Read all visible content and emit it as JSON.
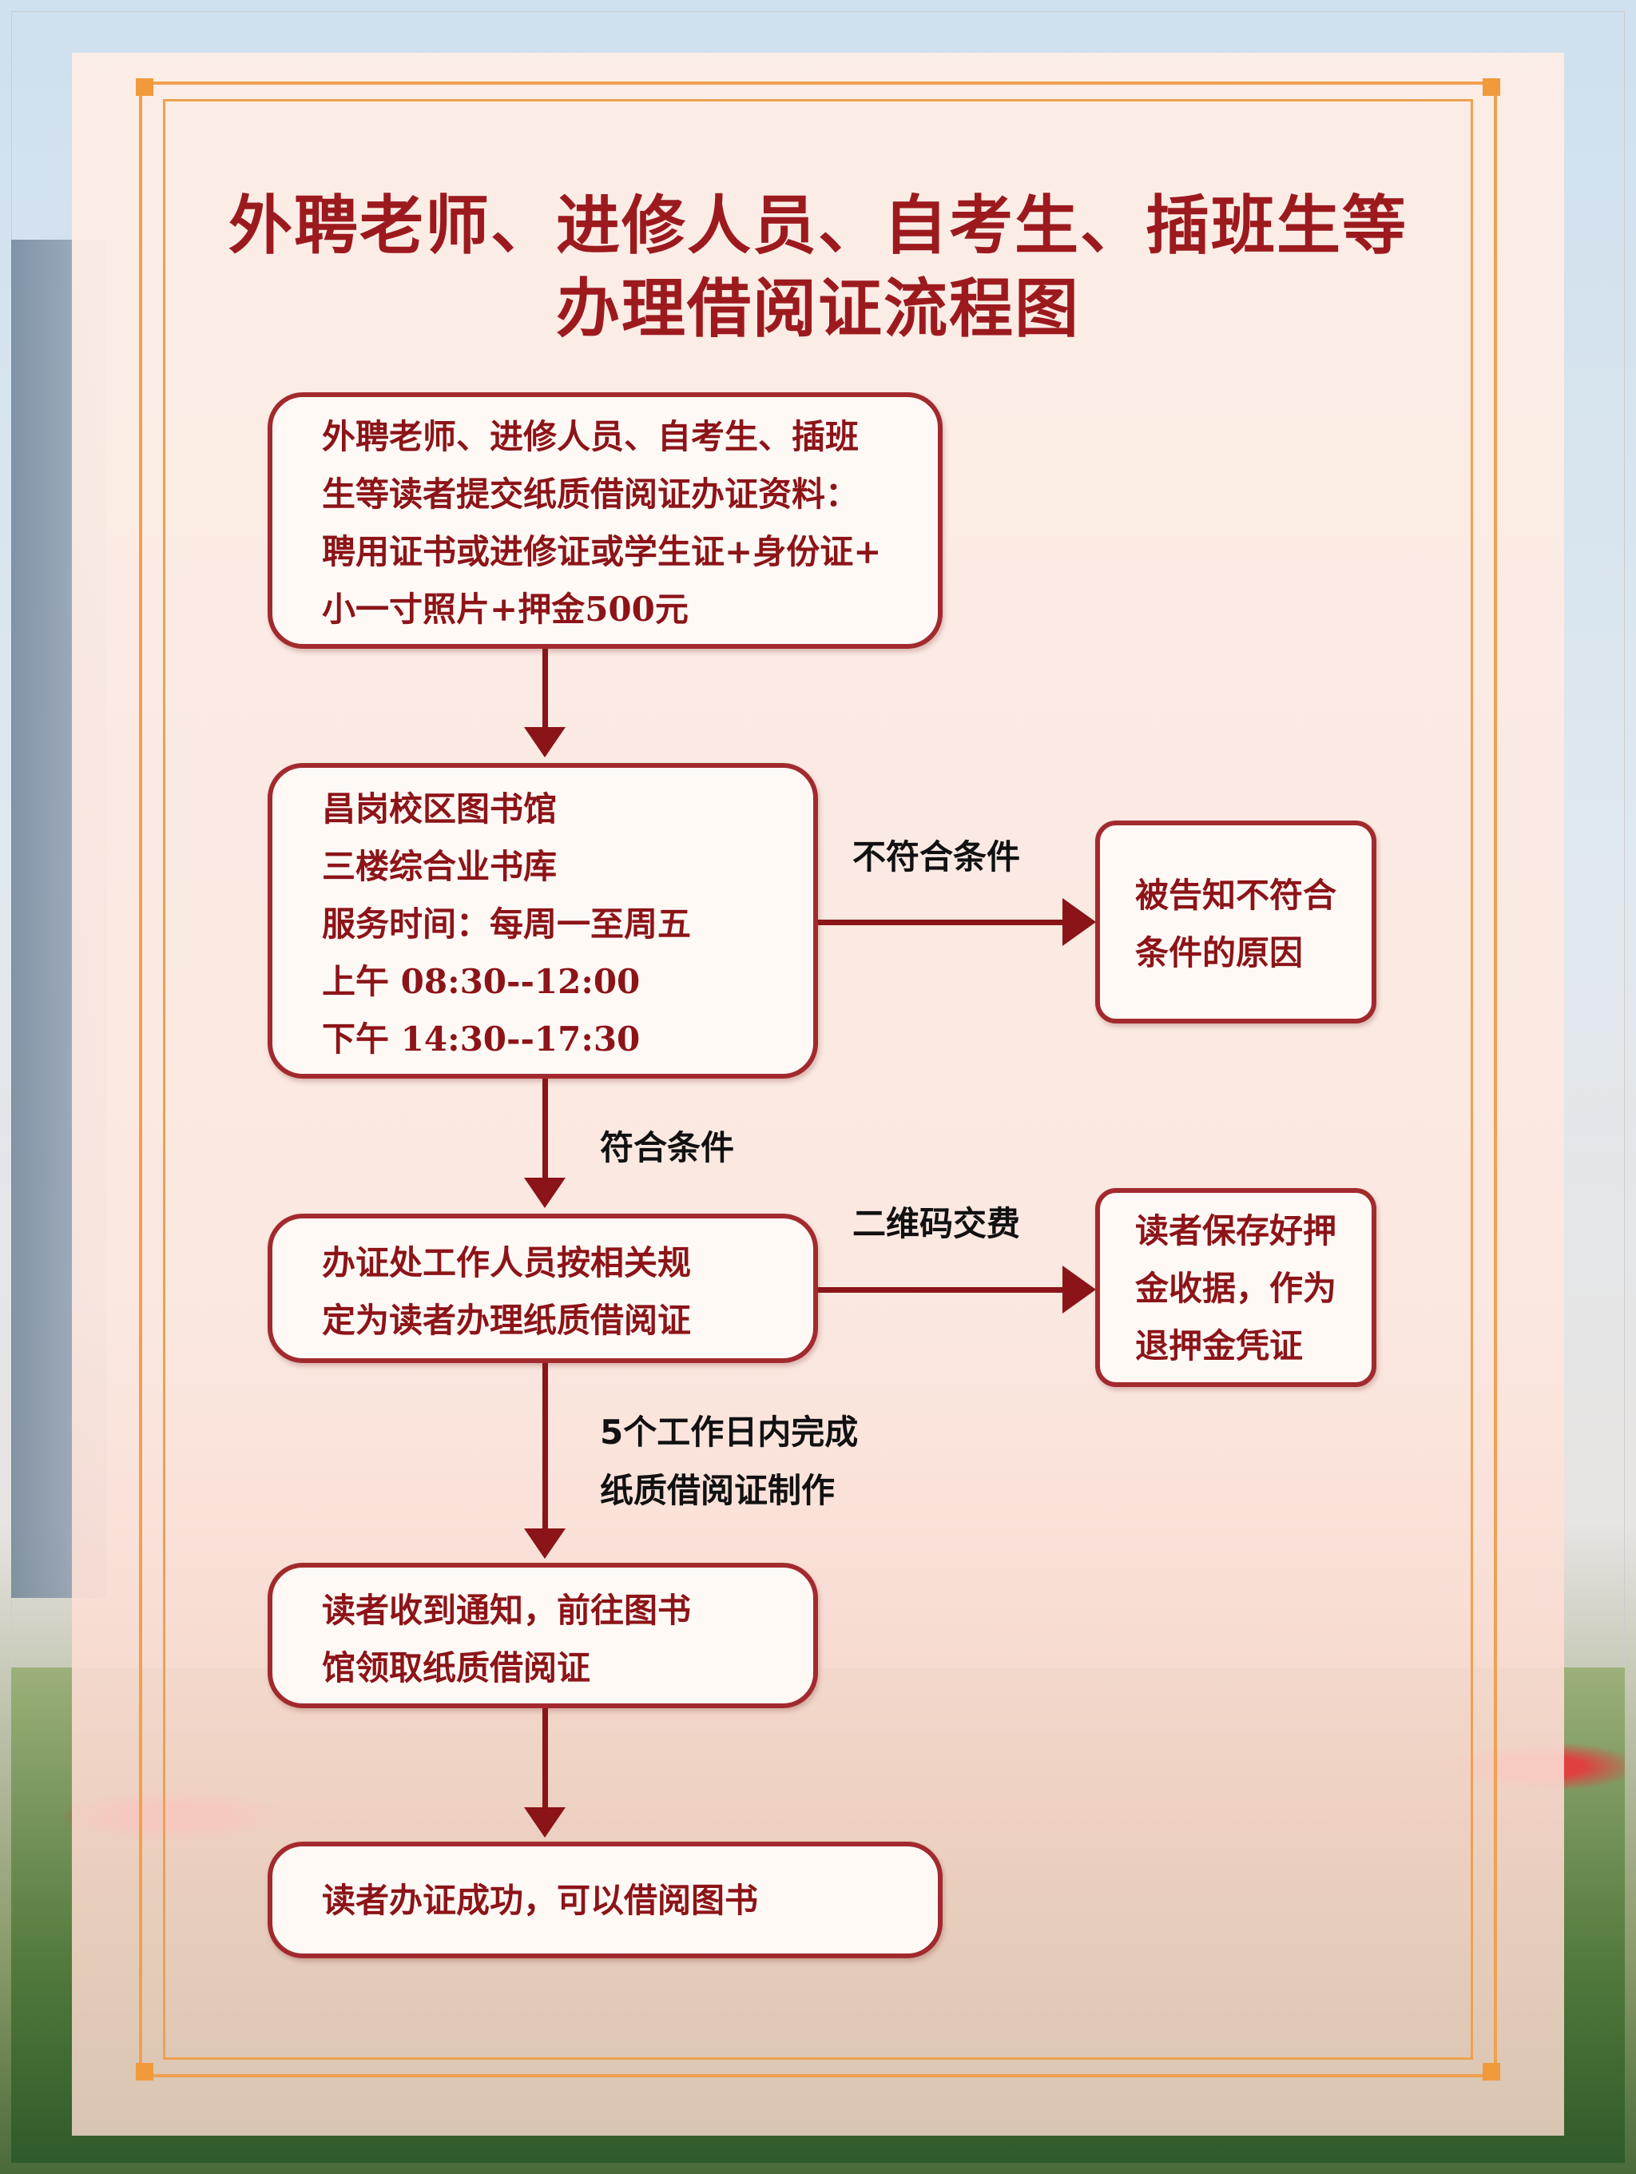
{
  "colors": {
    "accent": "#9c1a1e",
    "border": "#a22a2e",
    "frame": "#f0a050"
  },
  "title": {
    "line1": "外聘老师、进修人员、自考生、插班生等",
    "line2": "办理借阅证流程图"
  },
  "steps": [
    {
      "lines": [
        "外聘老师、进修人员、自考生、插班",
        "生等读者提交纸质借阅证办证资料：",
        "聘用证书或进修证或学生证+身份证+",
        "小一寸照片+押金500元"
      ]
    },
    {
      "lines": [
        "昌岗校区图书馆",
        "三楼综合业书库",
        "服务时间：每周一至周五",
        "上午 08:30--12:00",
        "下午 14:30--17:30"
      ]
    },
    {
      "lines": [
        "办证处工作人员按相关规",
        "定为读者办理纸质借阅证"
      ]
    },
    {
      "lines": [
        "读者收到通知，前往图书",
        "馆领取纸质借阅证"
      ]
    },
    {
      "lines": [
        "读者办证成功，可以借阅图书"
      ]
    }
  ],
  "side_boxes": [
    {
      "lines": [
        "被告知不符合",
        "条件的原因"
      ]
    },
    {
      "lines": [
        "读者保存好押",
        "金收据，作为",
        "退押金凭证"
      ]
    }
  ],
  "arrow_labels": {
    "not_qualified": "不符合条件",
    "qualified": "符合条件",
    "qr_payment": "二维码交费",
    "production_line1": "5个工作日内完成",
    "production_line2": "纸质借阅证制作"
  }
}
